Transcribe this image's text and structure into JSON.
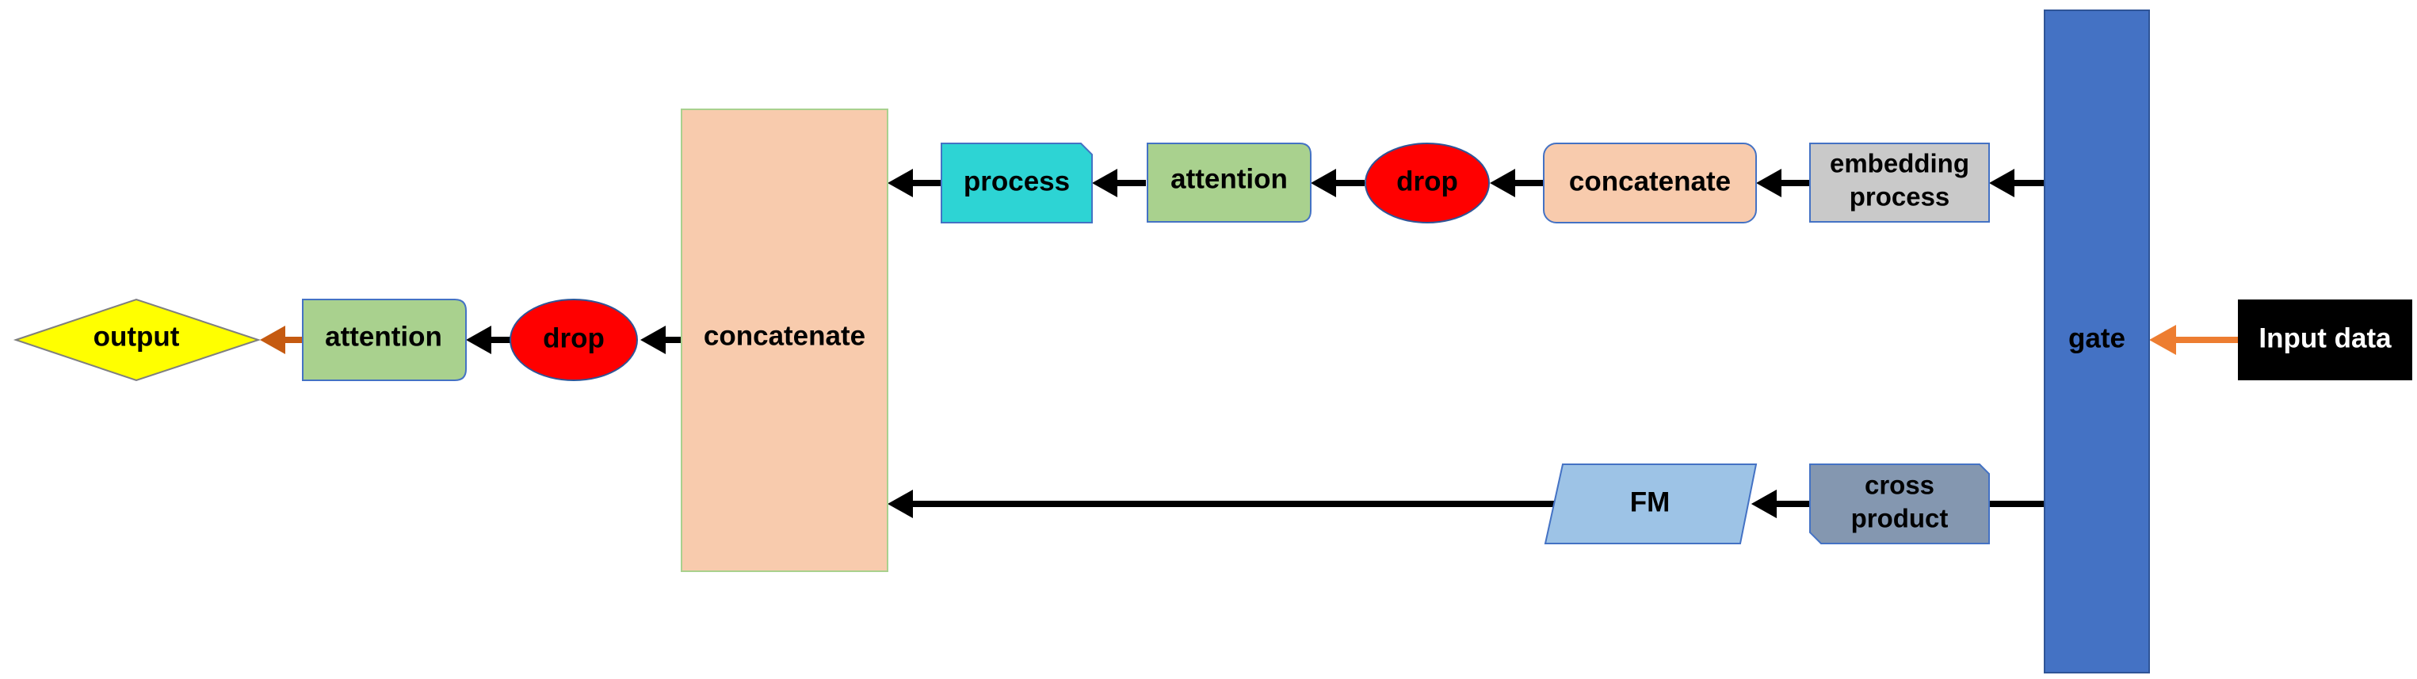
{
  "nodes": {
    "input": {
      "label": "Input data"
    },
    "gate": {
      "label": "gate"
    },
    "embedding_process": {
      "line1": "embedding",
      "line2": "process"
    },
    "concat_top": {
      "label": "concatenate"
    },
    "drop_top": {
      "label": "drop"
    },
    "attention_top": {
      "label": "attention"
    },
    "process": {
      "label": "process"
    },
    "cross_product": {
      "line1": "cross",
      "line2": "product"
    },
    "fm": {
      "label": "FM"
    },
    "concat_main": {
      "label": "concatenate"
    },
    "drop_out": {
      "label": "drop"
    },
    "attention_out": {
      "label": "attention"
    },
    "output": {
      "label": "output"
    }
  },
  "colors": {
    "gate": "#4472C4",
    "input": "#000000",
    "concat": "#F8CBAD",
    "drop": "#FF0000",
    "attention": "#A9D18E",
    "process": "#2DD4D4",
    "embedding": "#C9C9C9",
    "cross": "#8497B0",
    "fm": "#9DC3E6",
    "output": "#FFFF00",
    "arrow": "#000000",
    "arrow_orange": "#ED7D31",
    "arrow_brown": "#C55A11"
  }
}
